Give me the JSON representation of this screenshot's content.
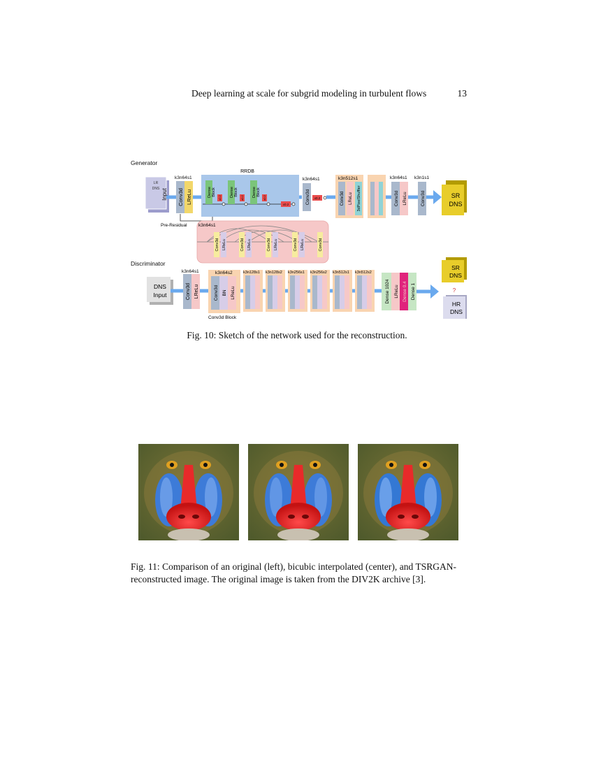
{
  "header": {
    "running_title": "Deep learning at scale for subgrid modeling in turbulent flows",
    "page_number": "13"
  },
  "figure10": {
    "generator": {
      "section_label": "Generator",
      "input_top": "LR",
      "input_mid": "DNS",
      "input_main": "Input",
      "conv1_spec": "k3n64s1",
      "conv1_a": "Conv3d",
      "conv1_b": "LReLu",
      "rrdb_label": "RRDB",
      "dense_block_a": "Dense",
      "dense_block_b": "Block",
      "scale_label": "x0.2",
      "conv2_spec": "k3n64s1",
      "conv2": "Conv3d",
      "conv2_scale": "x0.2",
      "up_spec": "k3n512s1",
      "up_a": "Conv3d",
      "up_b": "LReLu",
      "up_c": "3dPixelShuffler",
      "conv3_spec": "k3n64s1",
      "conv3_a": "Conv3d",
      "conv3_b": "LReLu",
      "conv4_spec": "k3n1s1",
      "conv4": "Conv3d",
      "out_a": "SR",
      "out_b": "DNS",
      "pre_residual": "Pre-Residual",
      "dense_spec": "k3n64s1",
      "dense_layers": [
        "Conv3d",
        "LReLu",
        "Conv3d",
        "LReLu",
        "Conv3d",
        "LReLu",
        "Conv3d",
        "LReLu",
        "Conv3d"
      ]
    },
    "discriminator": {
      "section_label": "Discriminator",
      "input_a": "DNS",
      "input_b": "Input",
      "conv1_spec": "k3n64s1",
      "conv1_a": "Conv3d",
      "conv1_b": "LReLu",
      "block_spec": "k3n64s2",
      "block_a": "Conv3d",
      "block_b": "BN",
      "block_c": "LReLu",
      "block_specs": [
        "k3n128s1",
        "k3n128s2",
        "k3n256s1",
        "k3n256s2",
        "k3n512s1",
        "k3n512s2"
      ],
      "conv_block_label": "Conv3d Block",
      "dense_a": "Dense 1024",
      "dense_b": "LReLu",
      "dense_c": "Dense 0.4",
      "dense_d": "Dense 1",
      "sr_a": "SR",
      "sr_b": "DNS",
      "question": "?",
      "hr_a": "HR",
      "hr_b": "DNS"
    },
    "caption": "Fig. 10: Sketch of the network used for the reconstruction."
  },
  "figure11": {
    "caption": "Fig. 11: Comparison of an original (left), bicubic interpolated (center), and TSRGAN-reconstructed image. The original image is taken from the DIV2K archive [3]."
  }
}
